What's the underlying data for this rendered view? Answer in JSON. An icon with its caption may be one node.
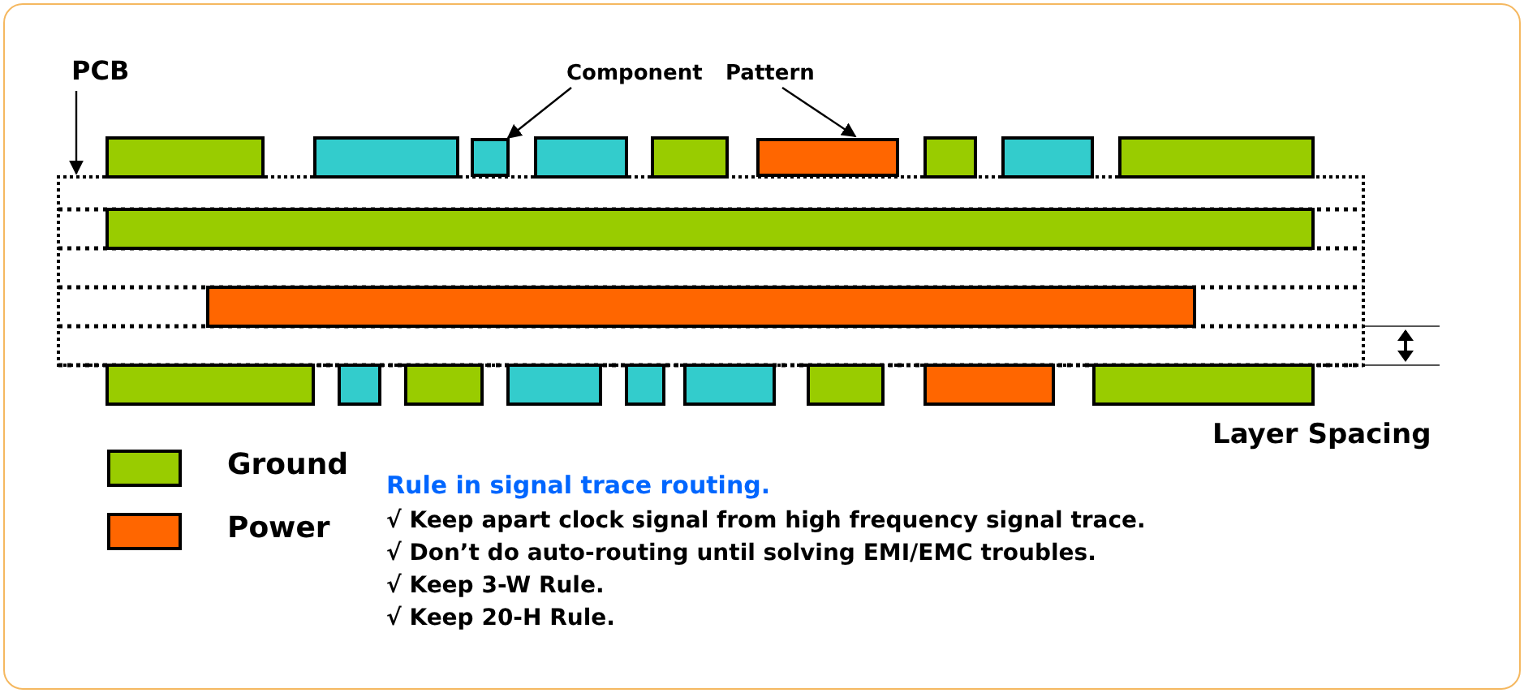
{
  "diagram": {
    "nodes": [
      {
        "text": [
          "PCB"
        ]
      },
      {
        "text": [],
        "shape": "box"
      },
      {
        "text": [
          "Component"
        ]
      },
      {
        "text": [],
        "shape": "box"
      },
      {
        "text": [
          "Pattern"
        ]
      },
      {
        "text": [],
        "shape": "box"
      }
    ],
    "edges": [
      {
        "from": 0,
        "to": 1,
        "arrow": "to"
      },
      {
        "from": 2,
        "to": 3,
        "arrow": "to"
      },
      {
        "from": 4,
        "to": 5,
        "arrow": "to"
      }
    ],
    "labels": [
      "Layer Spacing",
      "Rule in signal trace routing.",
      "√ Keep apart clock signal from high frequency signal trace.",
      "√ Don’t do auto-routing until solving EMI/EMC troubles.",
      "√ Keep 3-W Rule.",
      "√ Keep 20-H Rule."
    ],
    "legend": [
      {
        "text": "Ground",
        "color": "#99cc00"
      },
      {
        "text": "Power",
        "color": "#ff6600"
      }
    ]
  }
}
